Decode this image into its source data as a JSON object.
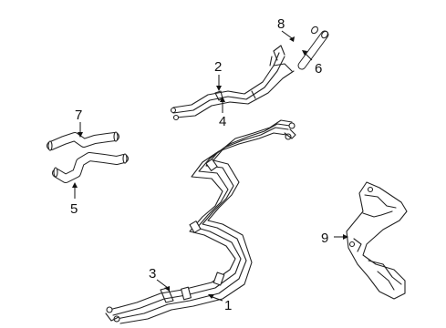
{
  "diagram": {
    "callouts": [
      {
        "id": "1",
        "label": "1"
      },
      {
        "id": "2",
        "label": "2"
      },
      {
        "id": "3",
        "label": "3"
      },
      {
        "id": "4",
        "label": "4"
      },
      {
        "id": "5",
        "label": "5"
      },
      {
        "id": "6",
        "label": "6"
      },
      {
        "id": "7",
        "label": "7"
      },
      {
        "id": "8",
        "label": "8"
      },
      {
        "id": "9",
        "label": "9"
      }
    ],
    "line_color": "#222222",
    "background": "#ffffff"
  }
}
